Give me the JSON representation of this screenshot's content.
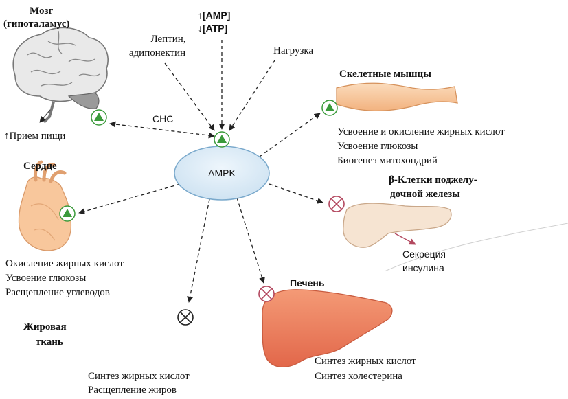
{
  "center": {
    "label": "AMPK"
  },
  "inputs": {
    "amp": "↑[AMP]",
    "atp": "↓[ATP]",
    "leptin": [
      "Лептин,",
      "адипонектин"
    ],
    "load": "Нагрузка",
    "sns": "СНС"
  },
  "organs": {
    "brain": {
      "title": [
        "Мозг",
        "(гипоталамус)"
      ],
      "effect": "↑Прием пищи"
    },
    "muscle": {
      "title": "Скелетные мышцы",
      "effects": [
        "Усвоение и окисление жирных кислот",
        "Усвоение глюкозы",
        "Биогенез митохондрий"
      ]
    },
    "heart": {
      "title": "Сердце",
      "effects": [
        "Окисление жирных кислот",
        "Усвоение глюкозы",
        "Расщепление углеводов"
      ]
    },
    "pancreas": {
      "title": [
        "β-Клетки поджелу-",
        "дочной железы"
      ],
      "effect": [
        "Секреция",
        "инсулина"
      ]
    },
    "liver": {
      "title": "Печень",
      "effects": [
        "Синтез жирных кислот",
        "Синтез холестерина"
      ]
    },
    "adipose": {
      "title": [
        "Жировая",
        "ткань"
      ],
      "effects": [
        "Синтез жирных кислот",
        "Расщепление жиров"
      ]
    }
  },
  "colors": {
    "activate": "#3a9a3a",
    "inhibit": "#b3485f",
    "ellipse_fill": "#d6eaf6",
    "ellipse_stroke": "#7aa9cc",
    "muscle": "#f7c79b",
    "pancreas": "#f6e4d2",
    "liver": "#ee7f5c",
    "heart": "#f8c79c"
  }
}
